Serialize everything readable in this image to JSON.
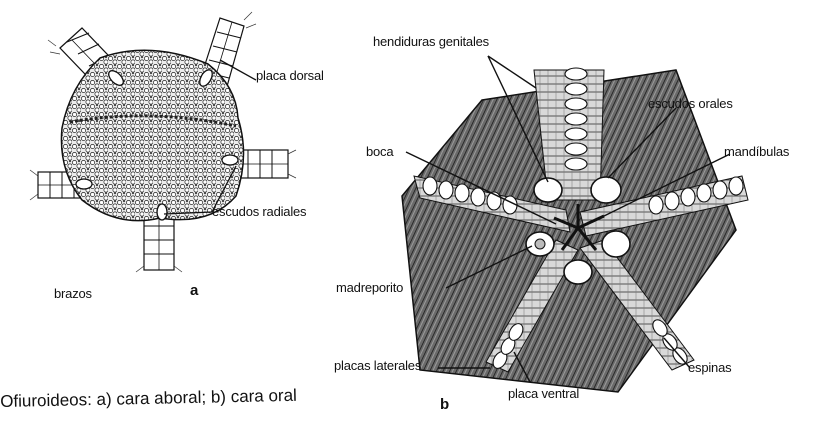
{
  "figure_a": {
    "label": "a",
    "labels": {
      "placa_dorsal": "placa dorsal",
      "escudos_radiales": "escudos radiales",
      "brazos": "brazos"
    }
  },
  "figure_b": {
    "label": "b",
    "labels": {
      "hendiduras_genitales": "hendiduras genitales",
      "escudos_orales": "escudos orales",
      "boca": "boca",
      "mandibulas": "mandíbulas",
      "madreporito": "madreporito",
      "placas_laterales": "placas laterales",
      "espinas": "espinas",
      "placa_ventral": "placa  ventral"
    }
  },
  "caption": "Ofiuroideos: a) cara aboral; b) cara oral",
  "colors": {
    "ink": "#111111",
    "paper": "#ffffff",
    "stipple": "#5a5a5a"
  }
}
